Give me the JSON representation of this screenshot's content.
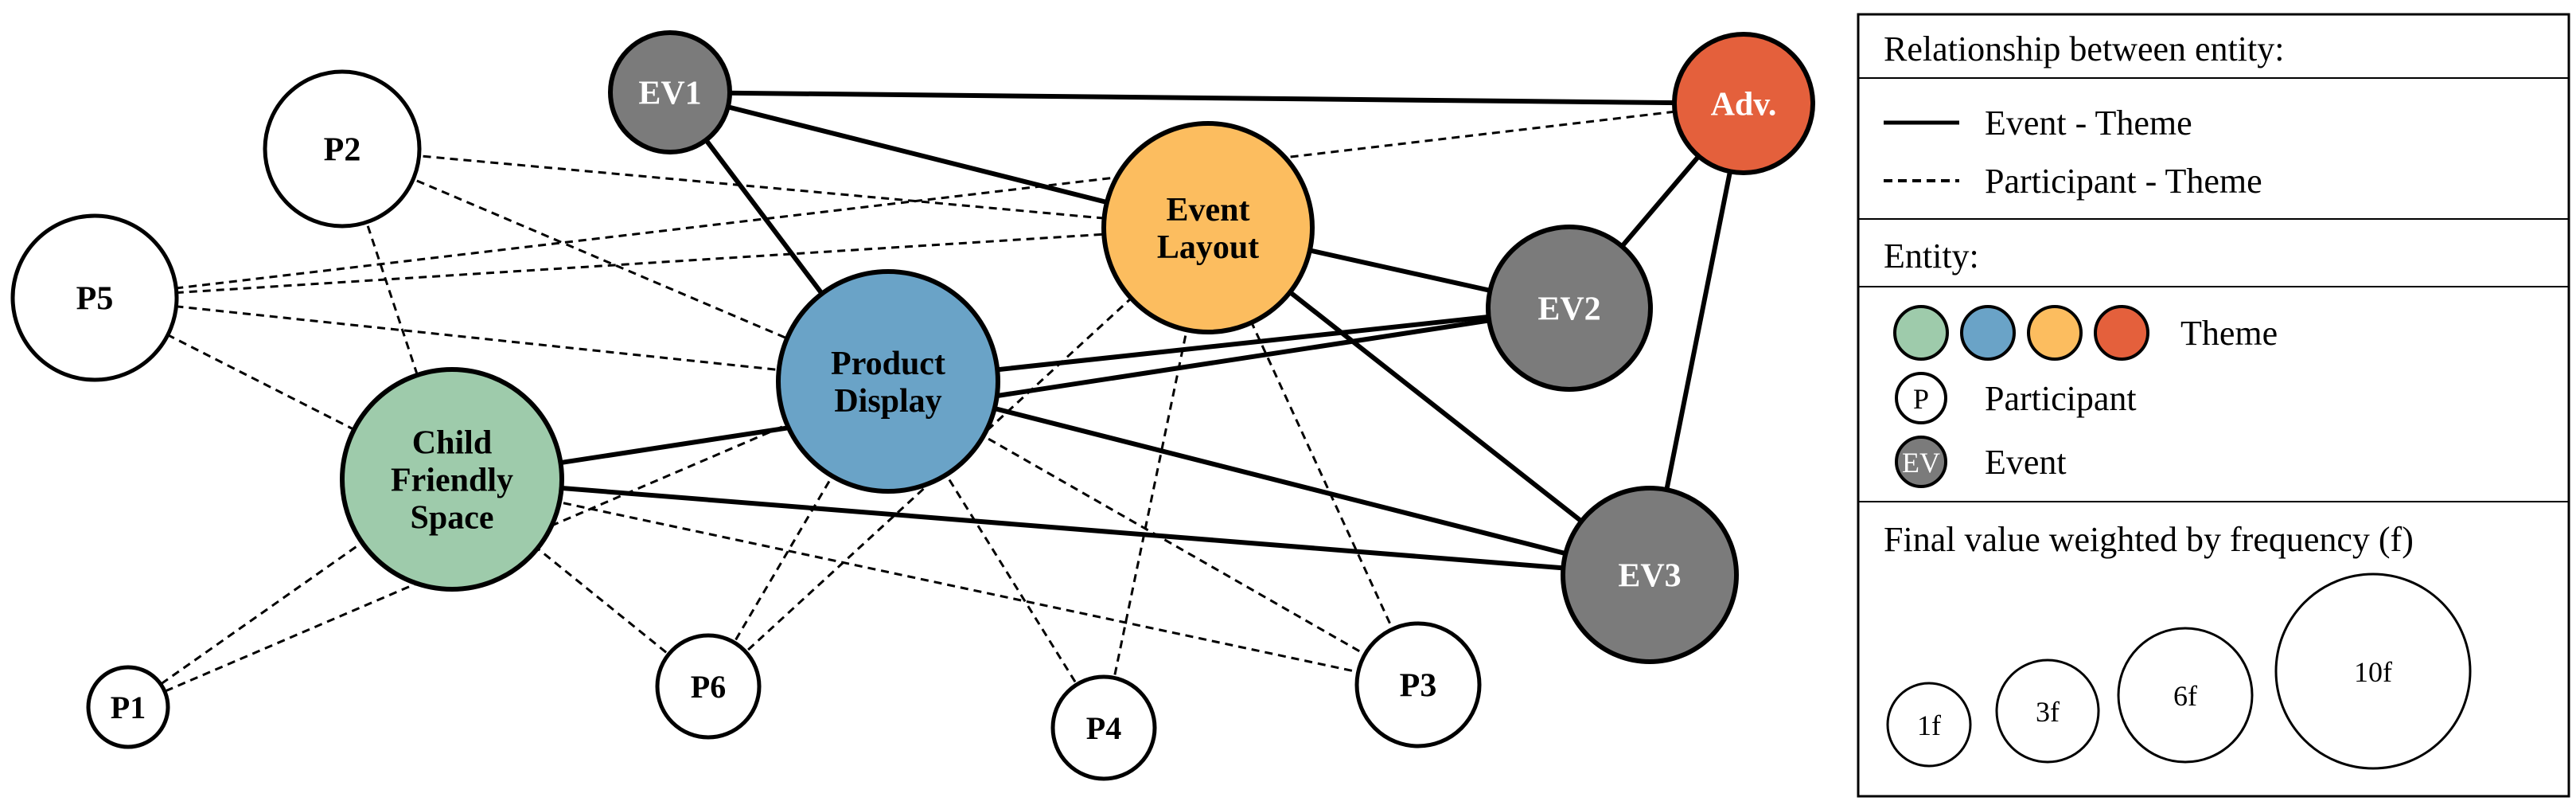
{
  "legend": {
    "relationship_title": "Relationship between entity:",
    "solid_label": "Event - Theme",
    "dashed_label": "Participant - Theme",
    "entity_title": "Entity:",
    "theme_label": "Theme",
    "participant_label": "Participant",
    "participant_symbol": "P",
    "event_label": "Event",
    "event_symbol": "EV",
    "size_title": "Final value weighted by frequency (f)",
    "sizes": [
      "1f",
      "3f",
      "6f",
      "10f"
    ]
  },
  "colors": {
    "theme_green": "#9ecbab",
    "theme_blue": "#6aa3c7",
    "theme_yellow": "#fcbd5f",
    "theme_red": "#e4603c",
    "event_gray": "#7b7b7b",
    "participant_white": "#ffffff",
    "stroke": "#000000"
  },
  "nodes": {
    "ev1": {
      "type": "event",
      "label": [
        "EV1"
      ]
    },
    "adv": {
      "type": "theme",
      "color": "#e4603c",
      "label": [
        "Adv."
      ]
    },
    "p2": {
      "type": "participant",
      "label": [
        "P2"
      ]
    },
    "eventlayout": {
      "type": "theme",
      "color": "#fcbd5f",
      "label": [
        "Event",
        "Layout"
      ]
    },
    "p5": {
      "type": "participant",
      "label": [
        "P5"
      ]
    },
    "productdisplay": {
      "type": "theme",
      "color": "#6aa3c7",
      "label": [
        "Product",
        "Display"
      ]
    },
    "ev2": {
      "type": "event",
      "label": [
        "EV2"
      ]
    },
    "childfriendly": {
      "type": "theme",
      "color": "#9ecbab",
      "label": [
        "Child",
        "Friendly",
        "Space"
      ]
    },
    "ev3": {
      "type": "event",
      "label": [
        "EV3"
      ]
    },
    "p1": {
      "type": "participant",
      "label": [
        "P1"
      ]
    },
    "p6": {
      "type": "participant",
      "label": [
        "P6"
      ]
    },
    "p4": {
      "type": "participant",
      "label": [
        "P4"
      ]
    },
    "p3": {
      "type": "participant",
      "label": [
        "P3"
      ]
    }
  },
  "edges_solid": [
    [
      "ev1",
      "adv"
    ],
    [
      "ev1",
      "eventlayout"
    ],
    [
      "ev1",
      "productdisplay"
    ],
    [
      "eventlayout",
      "ev2"
    ],
    [
      "eventlayout",
      "ev3"
    ],
    [
      "adv",
      "ev2"
    ],
    [
      "adv",
      "ev3"
    ],
    [
      "productdisplay",
      "ev2"
    ],
    [
      "productdisplay",
      "ev3"
    ],
    [
      "childfriendly",
      "ev2"
    ],
    [
      "childfriendly",
      "ev3"
    ]
  ],
  "edges_dashed": [
    [
      "p2",
      "eventlayout"
    ],
    [
      "p2",
      "productdisplay"
    ],
    [
      "p2",
      "childfriendly"
    ],
    [
      "p5",
      "eventlayout"
    ],
    [
      "p5",
      "adv"
    ],
    [
      "p5",
      "productdisplay"
    ],
    [
      "p5",
      "childfriendly"
    ],
    [
      "p1",
      "childfriendly"
    ],
    [
      "p1",
      "productdisplay"
    ],
    [
      "p6",
      "childfriendly"
    ],
    [
      "p6",
      "productdisplay"
    ],
    [
      "p6",
      "eventlayout"
    ],
    [
      "p4",
      "productdisplay"
    ],
    [
      "p4",
      "eventlayout"
    ],
    [
      "p3",
      "childfriendly"
    ],
    [
      "p3",
      "productdisplay"
    ],
    [
      "p3",
      "eventlayout"
    ]
  ]
}
